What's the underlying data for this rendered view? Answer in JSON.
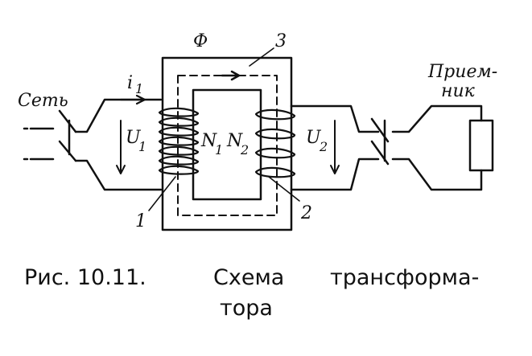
{
  "diagram": {
    "labels": {
      "network": "Сеть",
      "receiver_line1": "Прием-",
      "receiver_line2": "ник",
      "current": "i",
      "current_sub": "1",
      "voltage1": "U",
      "voltage1_sub": "1",
      "voltage2": "U",
      "voltage2_sub": "2",
      "turns1": "N",
      "turns1_sub": "1",
      "turns2": "N",
      "turns2_sub": "2",
      "flux": "Ф",
      "core_num": "3",
      "winding1_num": "1",
      "winding2_num": "2"
    }
  },
  "caption": {
    "figure_number": "Рис. 10.11.",
    "title_word1": "Схема",
    "title_word2": "трансформа-",
    "title_word3": "тора"
  }
}
